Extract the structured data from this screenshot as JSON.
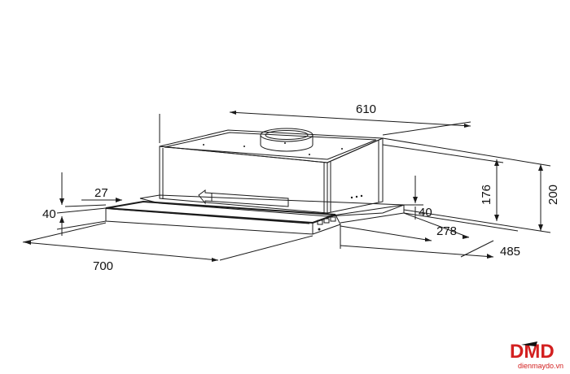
{
  "dimensions": {
    "width_top": "610",
    "height_overall": "200",
    "height_body": "176",
    "depth_overall": "485",
    "depth_slider": "278",
    "front_step": "40",
    "front_height": "40",
    "front_lip": "27",
    "width_front": "700"
  },
  "brand": {
    "logo": "DMD",
    "url": "dienmaydo.vn"
  },
  "colors": {
    "line": "#1a1a1a",
    "brand_red": "#d32020"
  }
}
